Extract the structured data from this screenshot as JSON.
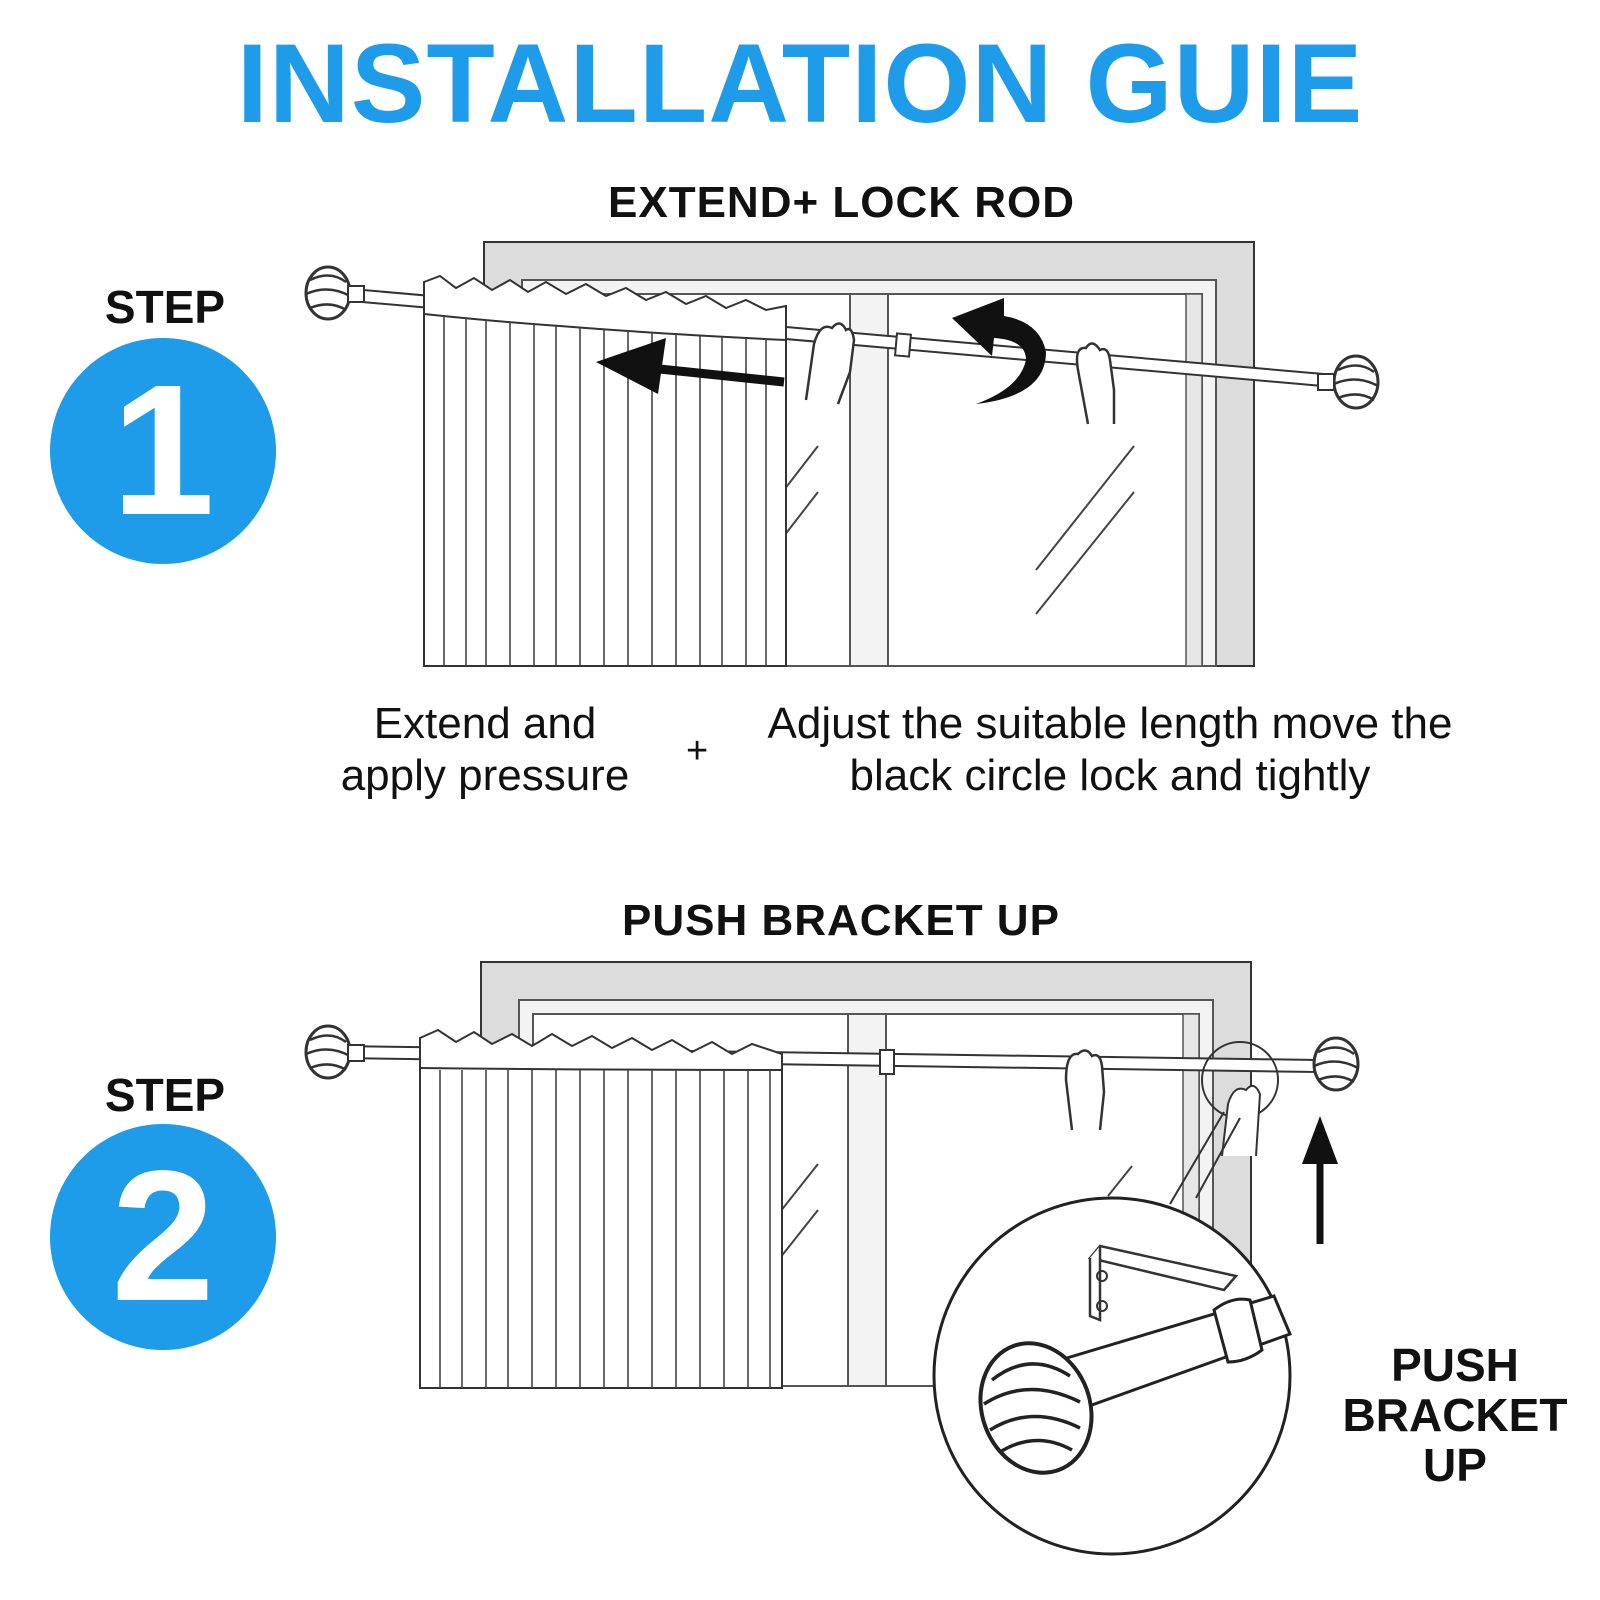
{
  "title": "INSTALLATION GUIE",
  "steps": [
    {
      "label": "STEP",
      "number": "1",
      "heading": "EXTEND+ LOCK ROD",
      "caption_left": [
        "Extend and",
        "apply pressure"
      ],
      "plus": "+",
      "caption_right": [
        "Adjust the suitable length move the",
        "black circle lock and tightly"
      ]
    },
    {
      "label": "STEP",
      "number": "2",
      "heading": "PUSH BRACKET UP",
      "side_label": [
        "PUSH",
        "BRACKET",
        "UP"
      ]
    }
  ],
  "colors": {
    "accent": "#1e9be9",
    "wall": "#dcdcdc",
    "frame": "#f2f2f2",
    "line": "#333333"
  }
}
